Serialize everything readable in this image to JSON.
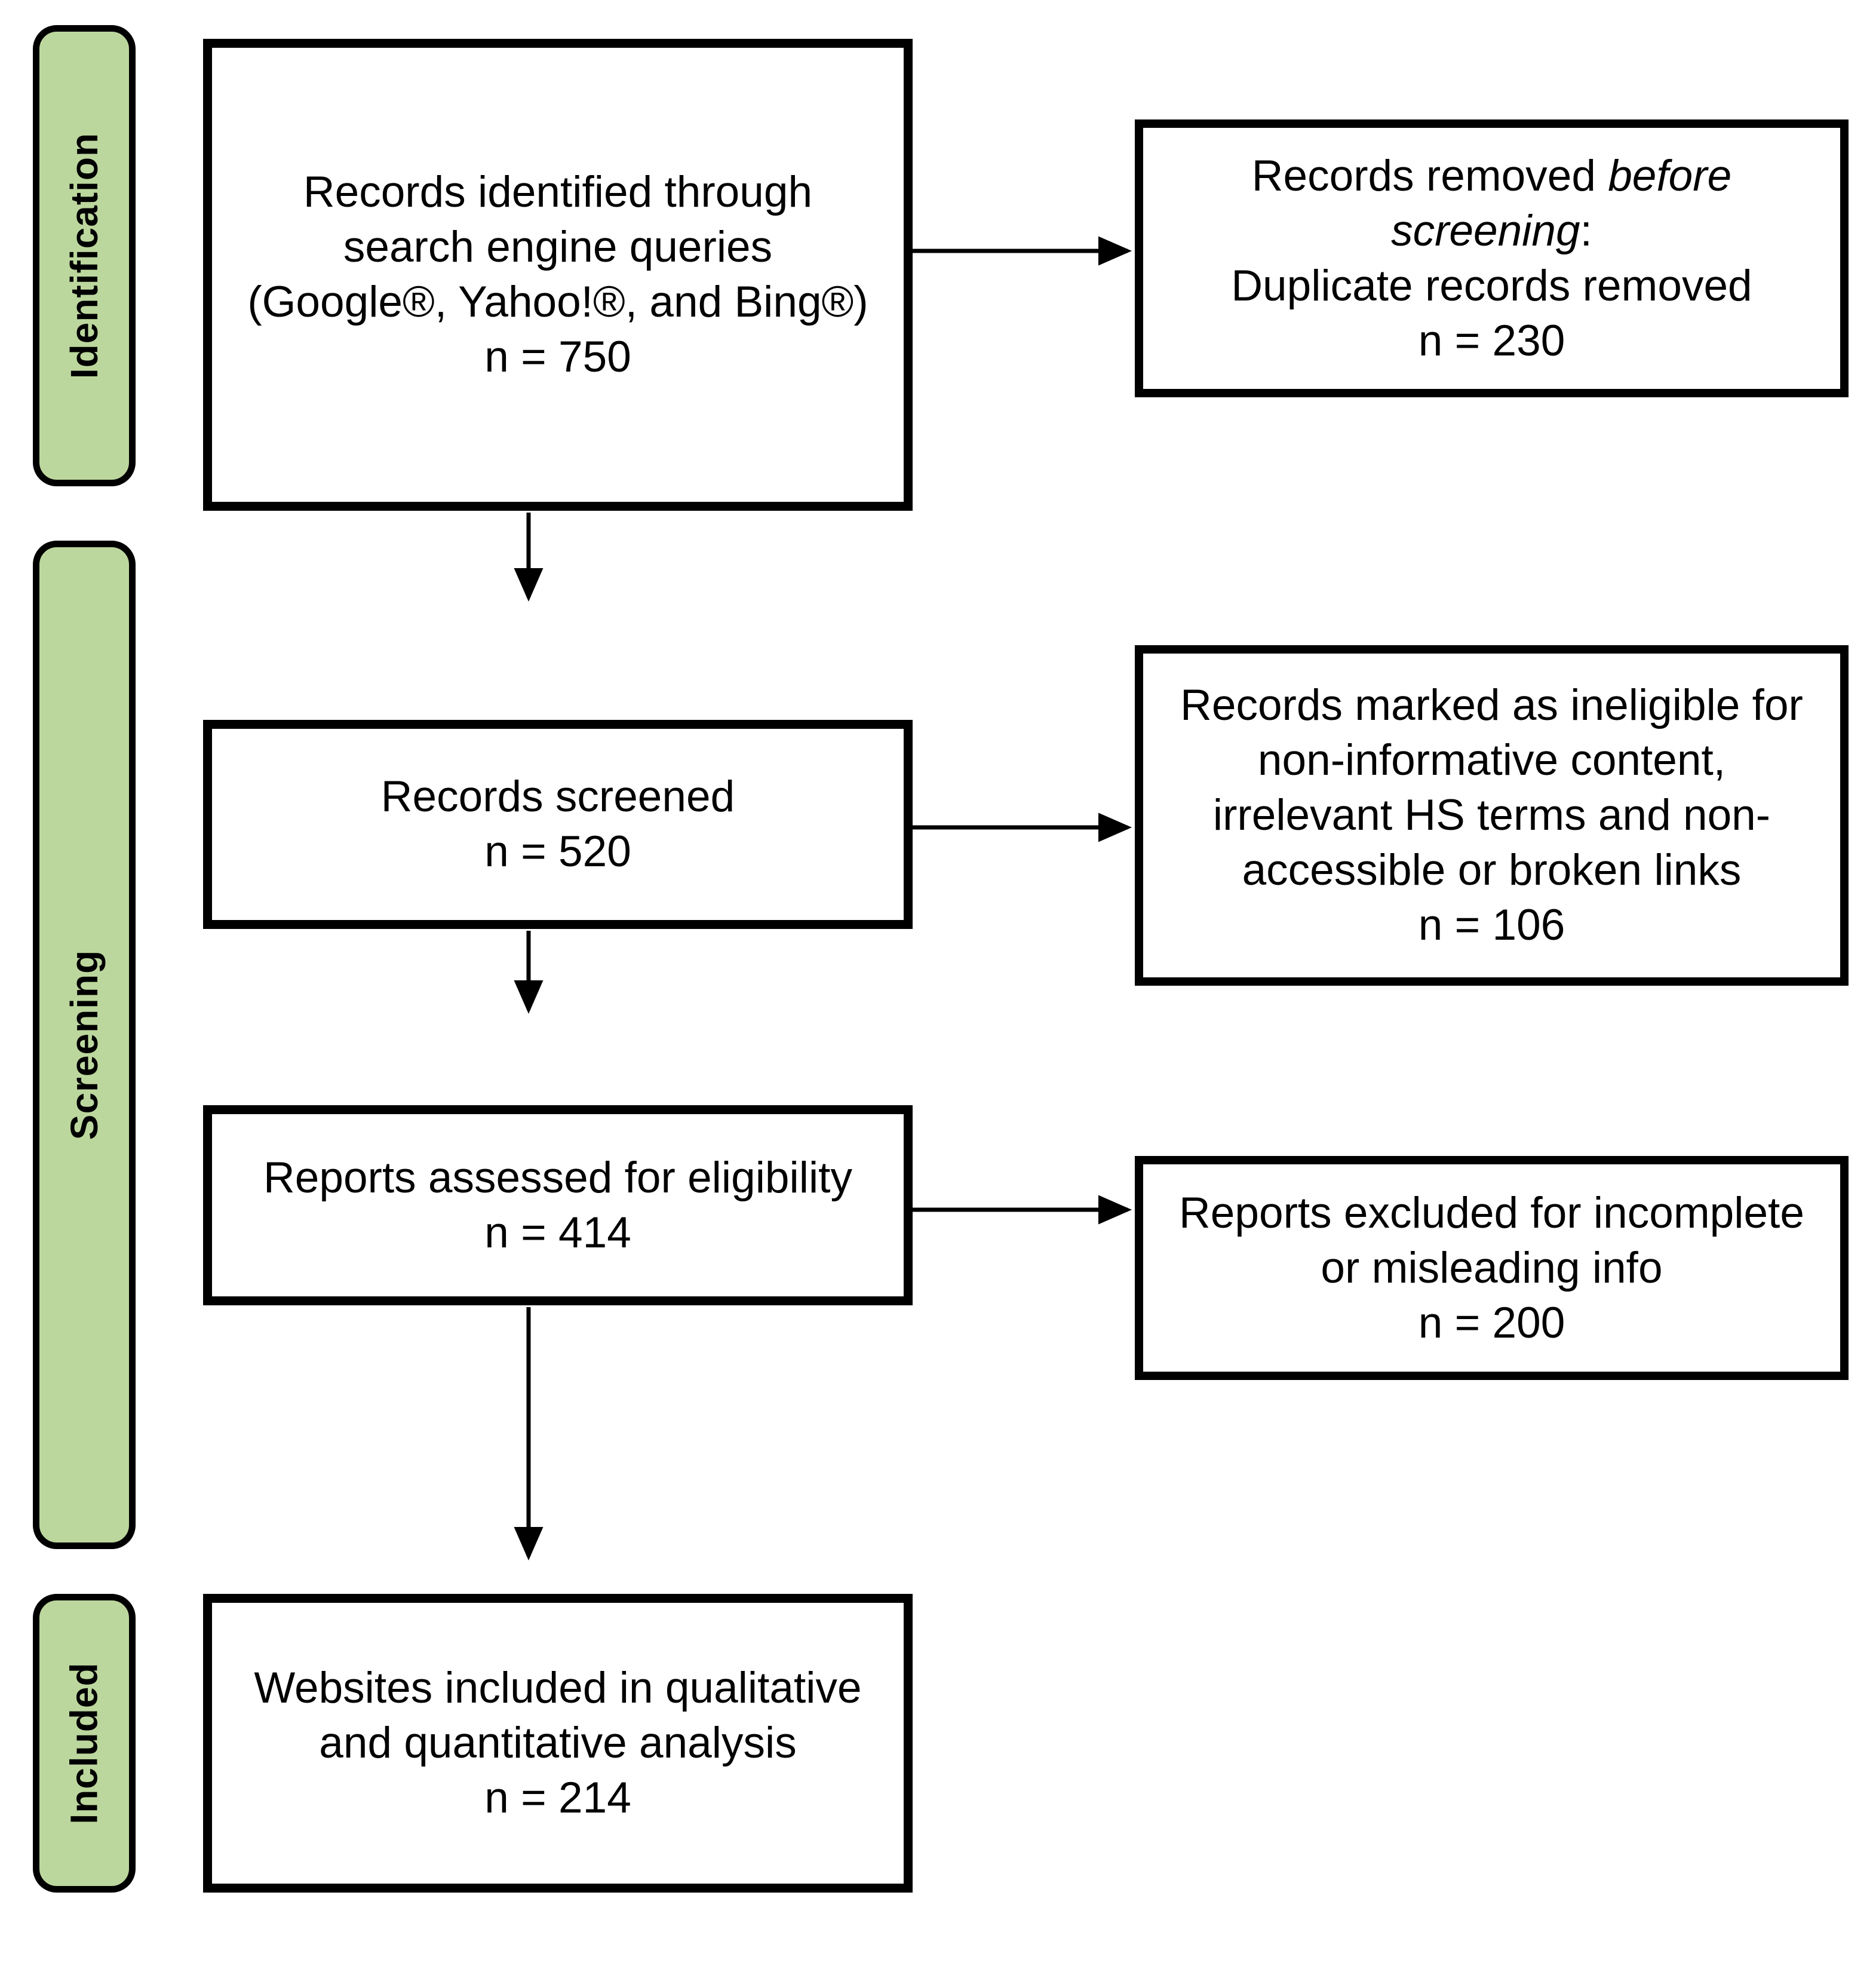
{
  "figure": {
    "kind": "prisma-flow-diagram",
    "colors": {
      "stage_fill": "#bcd79d",
      "box_border": "#000000",
      "background": "#ffffff",
      "text": "#000000"
    },
    "stages": [
      {
        "label": "Identification"
      },
      {
        "label": "Screening"
      },
      {
        "label": "Included"
      }
    ],
    "main_boxes": [
      {
        "lines": [
          "Records identified through",
          "search engine queries",
          "(Google®, Yahoo!®, and Bing®)",
          "n = 750"
        ]
      },
      {
        "lines": [
          "Records screened",
          "n = 520"
        ]
      },
      {
        "lines": [
          "Reports assessed for eligibility",
          "n = 414"
        ]
      },
      {
        "lines": [
          "Websites included in qualitative",
          "and quantitative analysis",
          "n = 214"
        ]
      }
    ],
    "side_boxes": [
      {
        "line1_prefix": "Records removed ",
        "line1_italic": "before screening",
        "line1_suffix": ":",
        "lines": [
          "Duplicate records removed",
          "n = 230"
        ]
      },
      {
        "lines": [
          "Records marked as ineligible for",
          "non-informative content,",
          "irrelevant HS terms and non-",
          "accessible or broken links",
          "n = 106"
        ]
      },
      {
        "lines": [
          "Reports excluded for incomplete",
          "or misleading info",
          "n = 200"
        ]
      }
    ]
  }
}
